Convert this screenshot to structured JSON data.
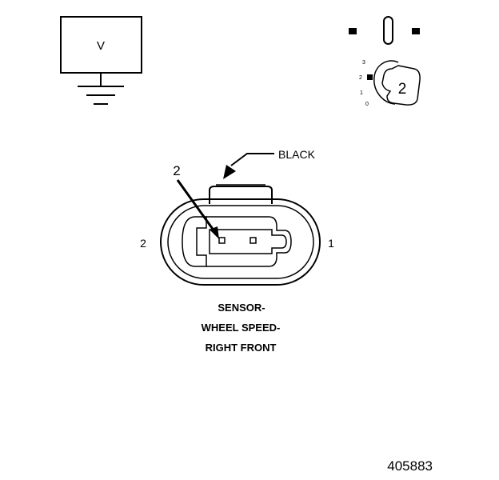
{
  "meter": {
    "symbol": "V"
  },
  "dial": {
    "positions": [
      "3",
      "2",
      "1",
      "0"
    ],
    "selected": "2"
  },
  "connector": {
    "wire_color": "BLACK",
    "callout_terminal": "2",
    "terminal_left": "2",
    "terminal_right": "1"
  },
  "caption": {
    "line1": "SENSOR-",
    "line2": "WHEEL SPEED-",
    "line3": "RIGHT FRONT"
  },
  "figure_number": "405883"
}
